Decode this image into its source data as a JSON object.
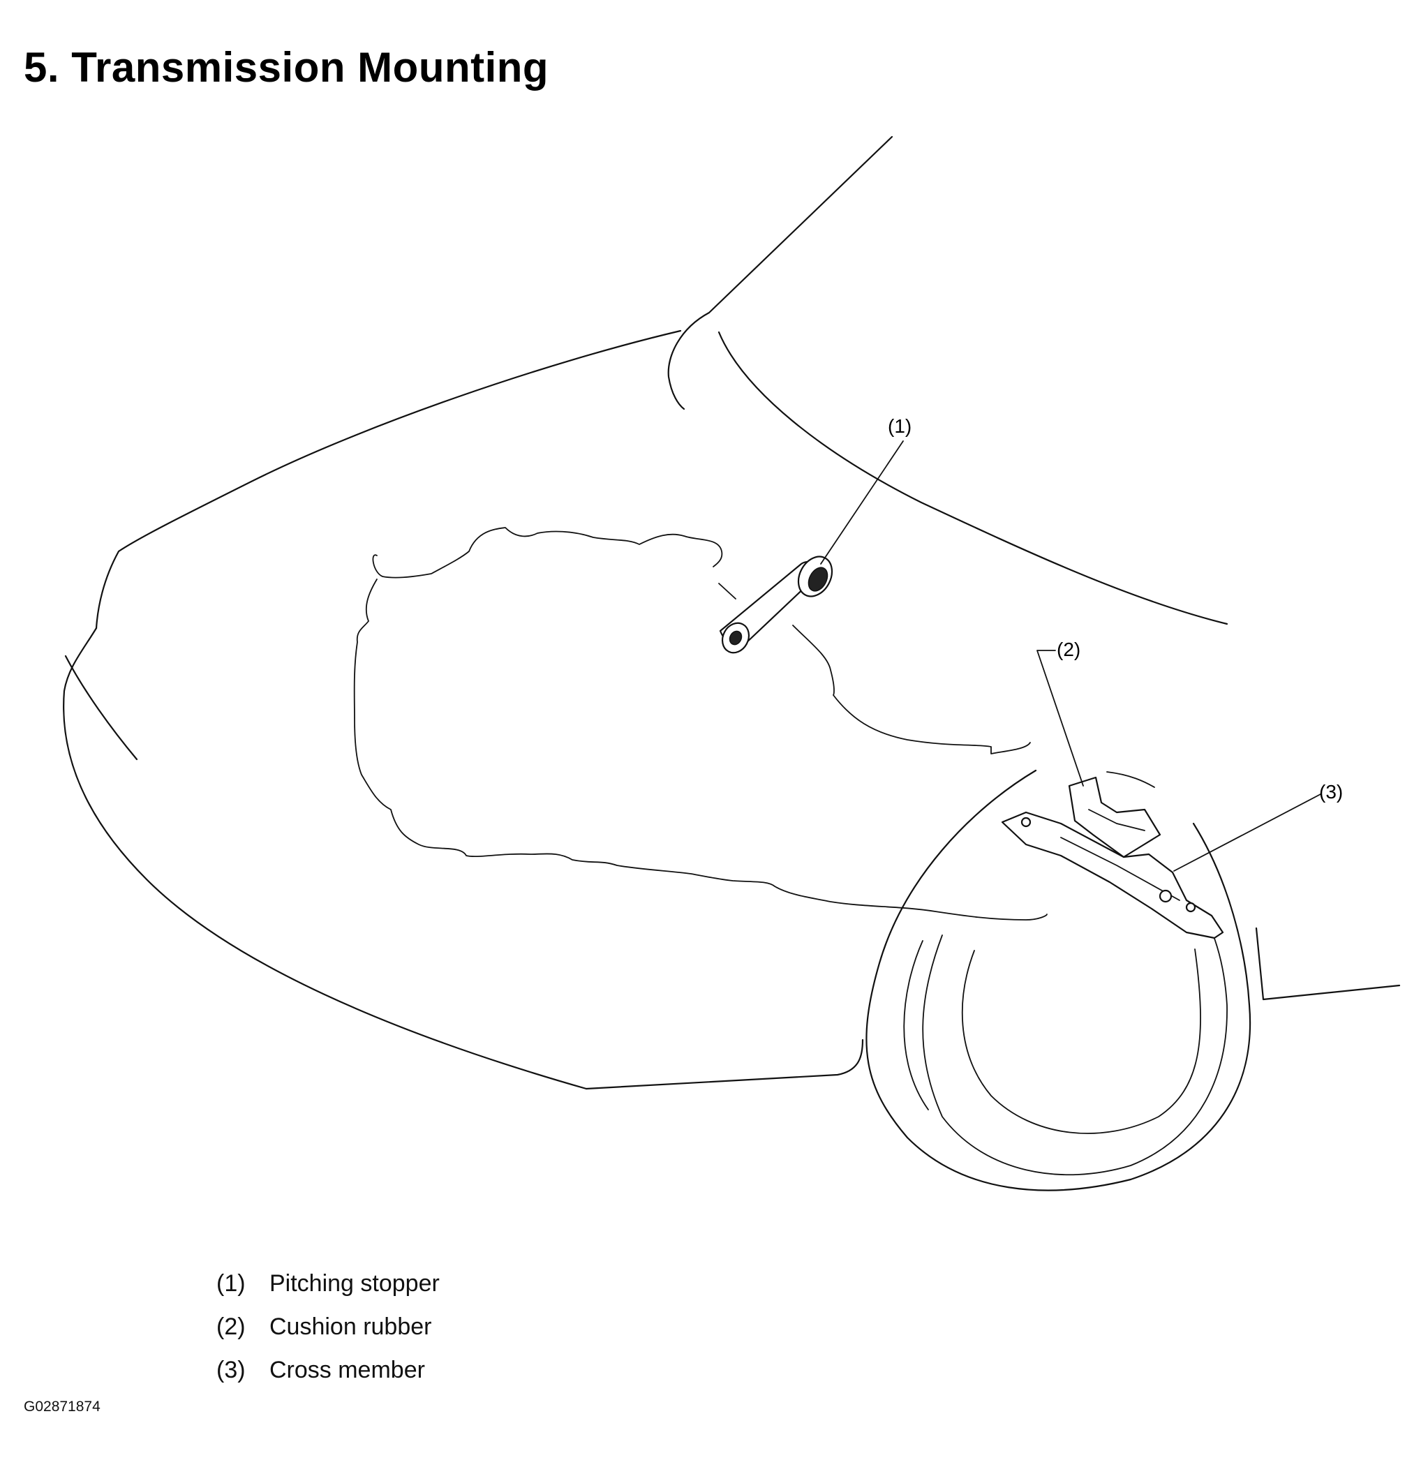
{
  "title": "5. Transmission Mounting",
  "callouts": [
    {
      "id": "1",
      "label": "(1)"
    },
    {
      "id": "2",
      "label": "(2)"
    },
    {
      "id": "3",
      "label": "(3)"
    }
  ],
  "legend": [
    {
      "num": "(1)",
      "text": "Pitching stopper"
    },
    {
      "num": "(2)",
      "text": "Cushion rubber"
    },
    {
      "num": "(3)",
      "text": "Cross member"
    }
  ],
  "figure_code": "G02871874"
}
